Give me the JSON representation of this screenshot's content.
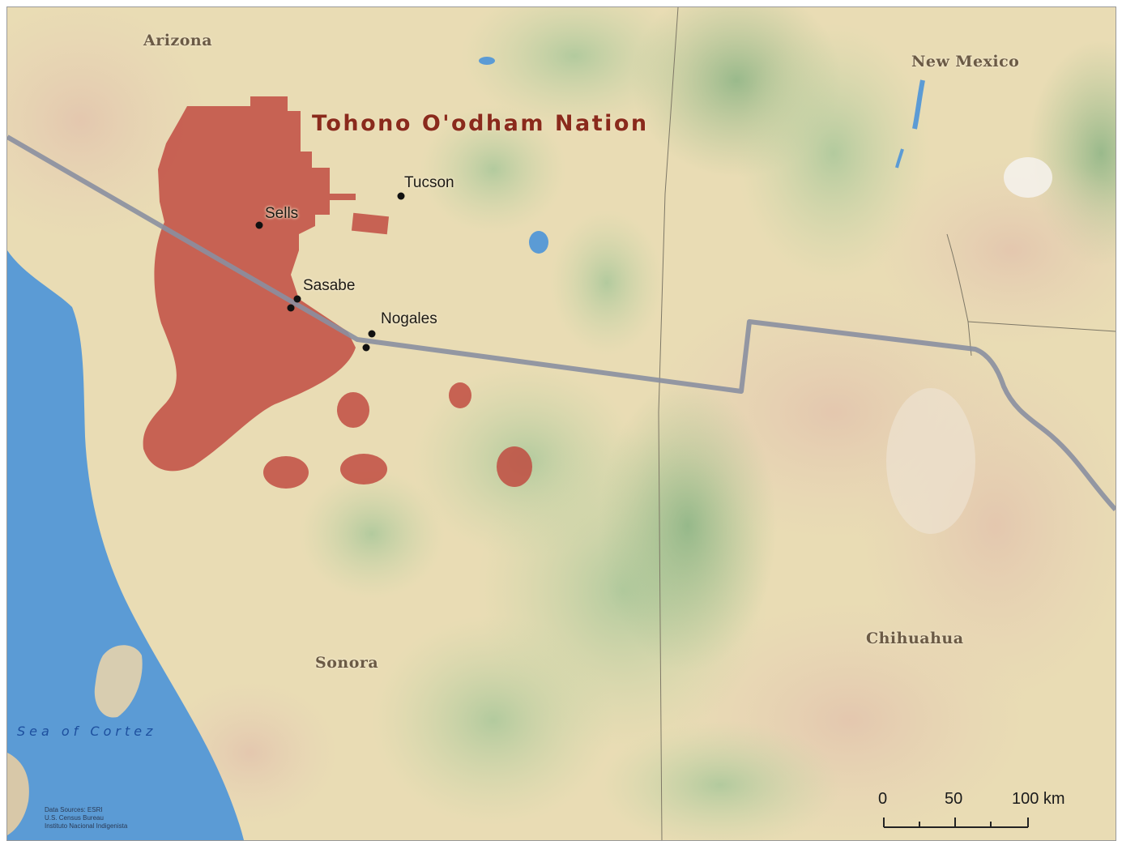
{
  "map": {
    "title": "Tohono O'odham Nation",
    "regions": {
      "arizona": "Arizona",
      "new_mexico": "New Mexico",
      "sonora": "Sonora",
      "chihuahua": "Chihuahua"
    },
    "water": {
      "sea_of_cortez": "Sea of Cortez"
    },
    "cities": {
      "tucson": "Tucson",
      "sells": "Sells",
      "sasabe": "Sasabe",
      "nogales": "Nogales"
    },
    "sources": [
      "Data Sources:  ESRI",
      "U.S. Census Bureau",
      "Instituto Nacional Indigenista"
    ],
    "scale": {
      "ticks": [
        "0",
        "50",
        "100 km"
      ]
    },
    "colors": {
      "territory": "#c0473d",
      "water": "#5b9bd5",
      "land": "#e9dcb4",
      "border": "#8a8fa0"
    }
  }
}
